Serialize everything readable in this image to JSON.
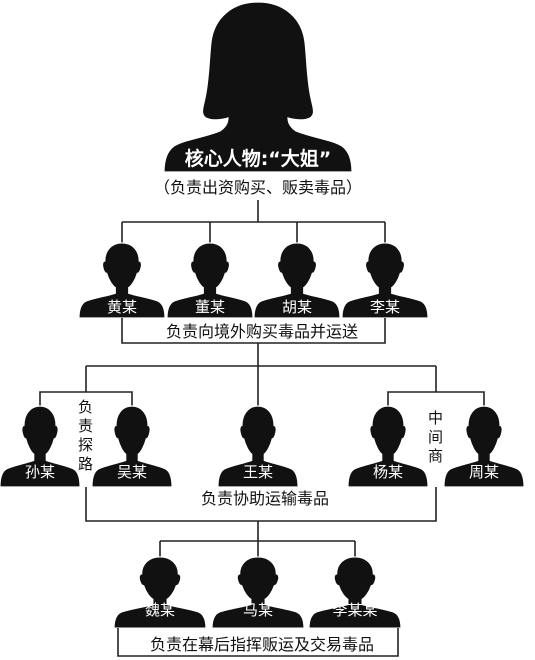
{
  "core": {
    "label": "核心人物:“大姐”",
    "role": "（负责出资购买、贩卖毒品）"
  },
  "tier1": {
    "members": [
      "黄某",
      "董某",
      "胡某",
      "李某"
    ],
    "role": "负责向境外购买毒品并运送"
  },
  "tier2": {
    "scouts": {
      "members": [
        "孙某",
        "吴某"
      ],
      "role": "负责探路"
    },
    "center": "王某",
    "middlemen": {
      "members": [
        "杨某",
        "周某"
      ],
      "role": "中间商"
    },
    "role": "负责协助运输毒品"
  },
  "tier3": {
    "members": [
      "魏某",
      "马某",
      "李某某"
    ],
    "role": "负责在幕后指挥贩运及交易毒品"
  },
  "icons": {
    "person": "person-silhouette-icon",
    "core_person": "female-silhouette-icon"
  },
  "colors": {
    "silhouette": "#111111",
    "line": "#222222",
    "background": "#ffffff"
  }
}
